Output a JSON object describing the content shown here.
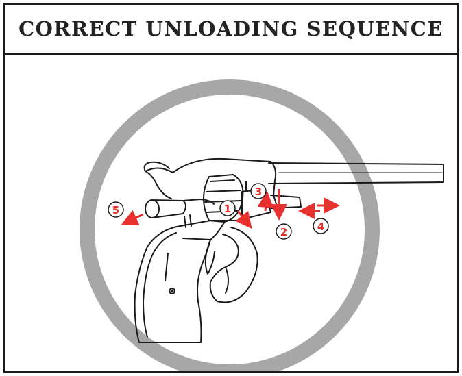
{
  "title": "CORRECT UNLOADING SEQUENCE",
  "colors": {
    "frame": "#1a1a1a",
    "ring": "#a7a7a7",
    "line_art": "#1a1a1a",
    "callout": "#e8312f",
    "title_text": "#222222"
  },
  "steps": [
    {
      "number": "1"
    },
    {
      "number": "2"
    },
    {
      "number": "3"
    },
    {
      "number": "4"
    },
    {
      "number": "5"
    }
  ],
  "icons": {
    "illustration": "revolver-line-art",
    "arrow": "red-arrow-icon"
  }
}
